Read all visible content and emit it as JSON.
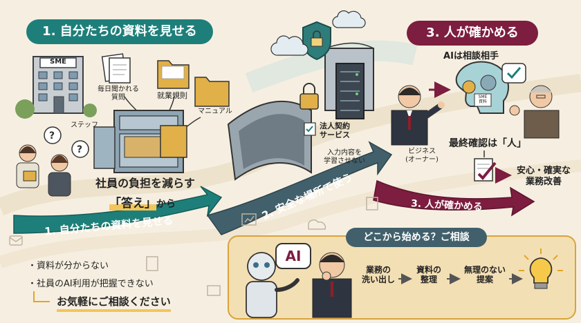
{
  "colors": {
    "teal": "#1e7f7a",
    "crimson": "#7d1d3f",
    "cream": "#f6efe1",
    "slate": "#41606b",
    "gold": "#d9a23b",
    "panel": "#f3dfb4"
  },
  "section1": {
    "title": "1. 自分たちの資料を見せる",
    "sme_sign": "SME",
    "staff_label": "ステッフ",
    "docs": [
      {
        "label": "毎日聞かれる\n質問",
        "icon": "document-stack-icon"
      },
      {
        "label": "就業規則",
        "icon": "folder-icon"
      },
      {
        "label": "マニュアル",
        "icon": "folder-icon"
      }
    ],
    "burden_line1": "社員の負担を減らす",
    "burden_line2_highlight": "「答え」",
    "burden_line2_rest": "から",
    "arrow_label": "1. 自分たちの資料を見せる",
    "pain_points": [
      "・資料が分からない",
      "・社員のAI利用が把握できない"
    ],
    "cta": "お気軽にご相談ください"
  },
  "section2": {
    "arrow_label": "2. 安全な場所で使う",
    "service_label": "法人契約\nサービス",
    "no_training": "入力内容を\n学習させない"
  },
  "section3": {
    "title": "3. 人が確かめる",
    "ai_role": "AIは相談相手",
    "sme_doc": "SME\n資料",
    "business_label": "ビジネス\n(オーナー)",
    "final_check": "最終確認は「人」",
    "result": "安心・確実な\n業務改善",
    "arrow_label": "3. 人が確かめる"
  },
  "consult": {
    "title": "どこから始める？ご相談",
    "ai_bubble": "AI",
    "steps": [
      "業務の\n洗い出し",
      "資料の\n整理",
      "無理のない\n提案"
    ]
  }
}
